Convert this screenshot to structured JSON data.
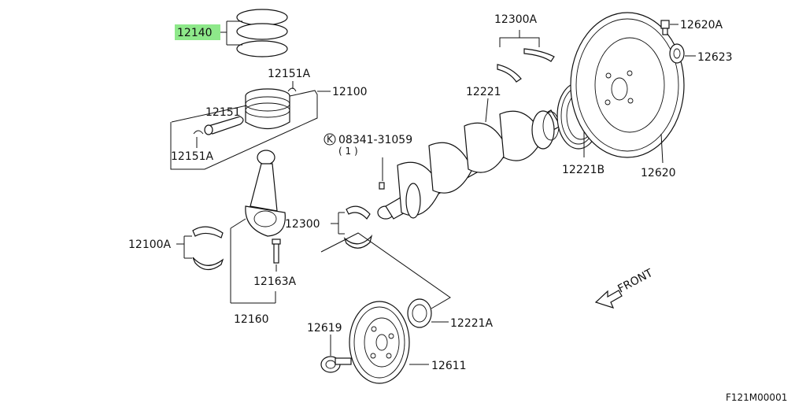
{
  "diagram": {
    "labels": {
      "p12140": "12140",
      "p12151A_top": "12151A",
      "p12100": "12100",
      "p12151": "12151",
      "p12151A_bottom": "12151A",
      "p12100A": "12100A",
      "p12163A": "12163A",
      "p12160": "12160",
      "p12300": "12300",
      "p12300A": "12300A",
      "p12221": "12221",
      "p12221B": "12221B",
      "p12620": "12620",
      "p12620A": "12620A",
      "p12623": "12623",
      "p08341": "08341-31059",
      "p08341_qty": "( 1 )",
      "p08341_prefix": "K",
      "p12619": "12619",
      "p12611": "12611",
      "p12221A": "12221A",
      "front": "FRONT",
      "figure_code": "F121M00001"
    },
    "highlight_color": "#8ee88a",
    "line_color": "#111111"
  }
}
